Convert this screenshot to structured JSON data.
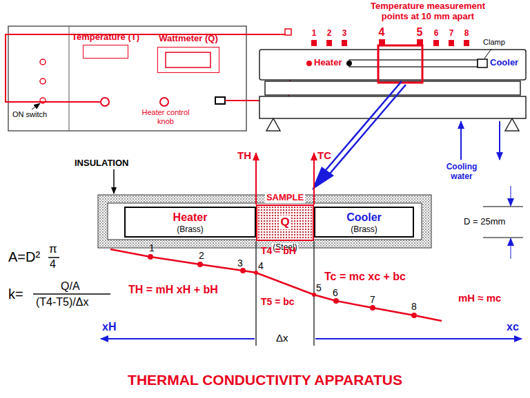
{
  "diagram": {
    "title": "THERMAL CONDUCTIVITY APPARATUS",
    "nodes": [
      {
        "text": [
          "Temperature (T)"
        ]
      },
      {
        "text": [
          "Wattmeter (Q)"
        ]
      },
      {
        "text": [
          "Heater",
          "(Brass)"
        ]
      },
      {
        "text": [
          "SAMPLE",
          "Q",
          "(Steel)"
        ]
      },
      {
        "text": [
          "Cooler",
          "(Brass)"
        ]
      }
    ],
    "labels": [
      "Temperature measurement points at 10 mm apart",
      "1",
      "2",
      "3",
      "4",
      "5",
      "6",
      "7",
      "8",
      "Clamp",
      "Heater",
      "Cooler",
      "Cooling water",
      "ON switch",
      "Heater control knob",
      "INSULATION",
      "TH",
      "TC",
      "D = 25mm",
      "A=D²",
      "π",
      "4",
      "k=",
      "Q/A",
      "(T4-T5)/Δx",
      "1",
      "2",
      "3",
      "4",
      "5",
      "6",
      "7",
      "8",
      "T4 = bH",
      "T5 = bc",
      "TH = mH xH + bH",
      "Tc = mc xc + bc",
      "mH ≈ mc",
      "xH",
      "Δx",
      "xc"
    ]
  }
}
